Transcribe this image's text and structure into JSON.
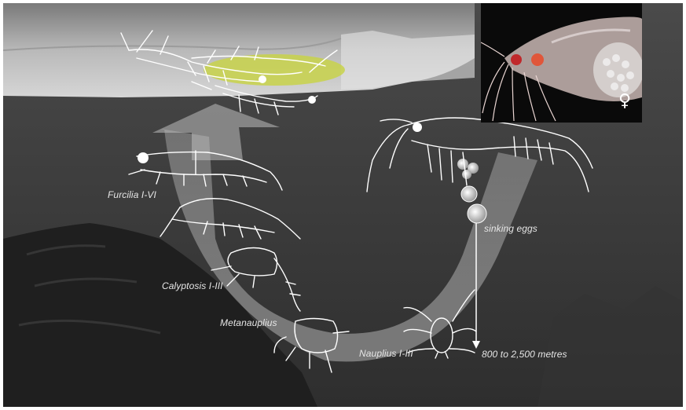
{
  "labels": {
    "furcilia": "Furcilia I-VI",
    "calyptosis": "Calyptosis I-III",
    "metanauplius": "Metanauplius",
    "nauplius": "Nauplius I-III",
    "sinking_eggs": "sinking eggs",
    "depth": "800 to 2,500 metres"
  },
  "inset": {
    "female_symbol": "♀"
  },
  "colors": {
    "background": "#3a3a3a",
    "ice": "#bdbdbd",
    "algae": "#c8d24a",
    "line_art": "#ffffff",
    "label_text": "#e6e6e6"
  },
  "icons": {
    "female": "female-symbol-icon",
    "arrow": "up-arrow-icon"
  }
}
